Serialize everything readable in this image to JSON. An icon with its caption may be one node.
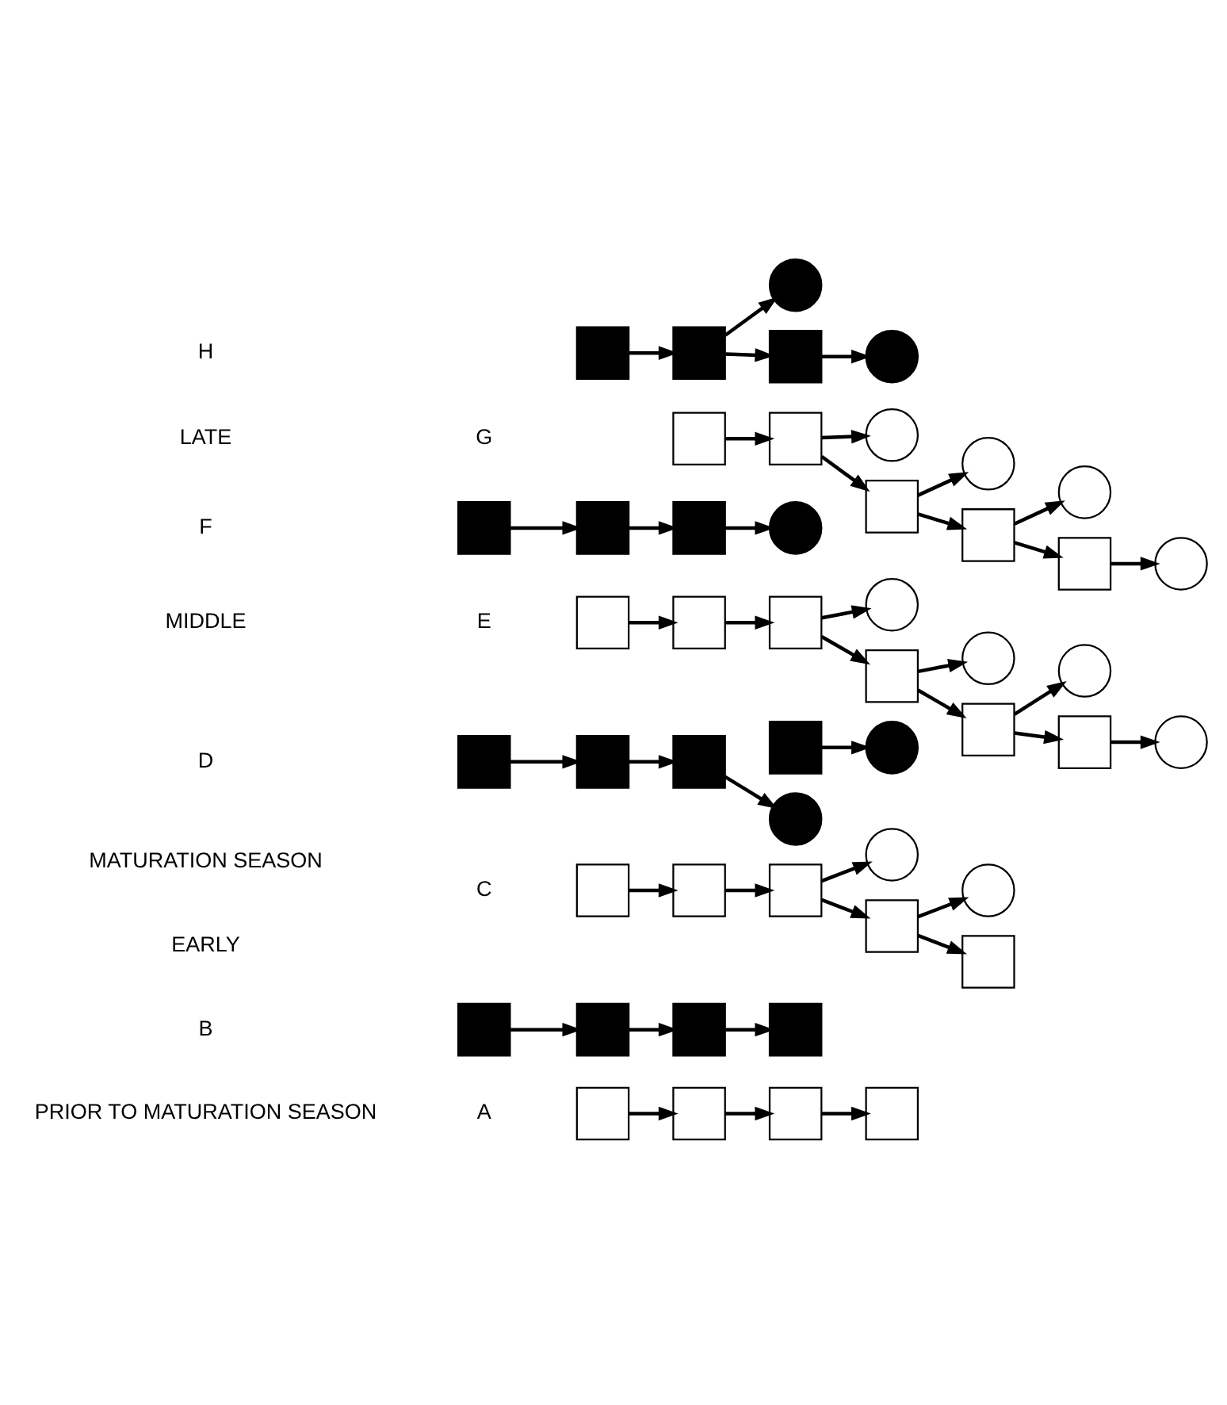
{
  "diagram": {
    "nodes": [
      {
        "text": [],
        "shape": "box"
      },
      {
        "text": [],
        "shape": "box"
      },
      {
        "text": [],
        "shape": "box"
      },
      {
        "text": [],
        "shape": "box"
      },
      {
        "text": [],
        "shape": "box"
      },
      {
        "text": [],
        "shape": "box"
      },
      {
        "text": [],
        "shape": "box"
      },
      {
        "text": [],
        "shape": "box"
      },
      {
        "text": [],
        "shape": "circle"
      },
      {
        "text": [],
        "shape": "circle"
      },
      {
        "text": [],
        "shape": "box"
      },
      {
        "text": [],
        "shape": "box"
      },
      {
        "text": [],
        "shape": "box"
      },
      {
        "text": [],
        "shape": "box"
      },
      {
        "text": [],
        "shape": "box"
      },
      {
        "text": [],
        "shape": "circle"
      },
      {
        "text": [],
        "shape": "circle"
      },
      {
        "text": [],
        "shape": "box"
      },
      {
        "text": [],
        "shape": "box"
      },
      {
        "text": [],
        "shape": "box"
      },
      {
        "text": [],
        "shape": "box"
      },
      {
        "text": [],
        "shape": "circle"
      },
      {
        "text": [],
        "shape": "circle"
      },
      {
        "text": [],
        "shape": "circle"
      },
      {
        "text": [],
        "shape": "circle"
      },
      {
        "text": [],
        "shape": "box"
      },
      {
        "text": [],
        "shape": "box"
      },
      {
        "text": [],
        "shape": "box"
      },
      {
        "text": [],
        "shape": "box"
      },
      {
        "text": [],
        "shape": "box"
      },
      {
        "text": [],
        "shape": "box"
      },
      {
        "text": [],
        "shape": "circle"
      },
      {
        "text": [],
        "shape": "box"
      },
      {
        "text": [],
        "shape": "box"
      },
      {
        "text": [],
        "shape": "box"
      },
      {
        "text": [],
        "shape": "circle"
      },
      {
        "text": [],
        "shape": "circle"
      },
      {
        "text": [],
        "shape": "circle"
      },
      {
        "text": [],
        "shape": "circle"
      },
      {
        "text": [],
        "shape": "box"
      },
      {
        "text": [],
        "shape": "box"
      },
      {
        "text": [],
        "shape": "box"
      },
      {
        "text": [],
        "shape": "box"
      },
      {
        "text": [],
        "shape": "box"
      },
      {
        "text": [],
        "shape": "circle"
      },
      {
        "text": [],
        "shape": "circle"
      },
      {
        "text": [],
        "shape": "box"
      },
      {
        "text": [],
        "shape": "box"
      },
      {
        "text": [],
        "shape": "box"
      }
    ],
    "edges": [
      {
        "from": 0,
        "to": 1,
        "arrow": "to"
      },
      {
        "from": 1,
        "to": 2,
        "arrow": "to"
      },
      {
        "from": 2,
        "to": 3,
        "arrow": "to"
      },
      {
        "from": 4,
        "to": 5,
        "arrow": "to"
      },
      {
        "from": 5,
        "to": 6,
        "arrow": "to"
      },
      {
        "from": 6,
        "to": 7,
        "arrow": "to"
      },
      {
        "from": 10,
        "to": 11,
        "arrow": "to"
      },
      {
        "from": 11,
        "to": 12,
        "arrow": "to"
      },
      {
        "from": 12,
        "to": 8,
        "arrow": "to"
      },
      {
        "from": 12,
        "to": 13,
        "arrow": "to"
      },
      {
        "from": 13,
        "to": 9,
        "arrow": "to"
      },
      {
        "from": 13,
        "to": 14,
        "arrow": "to"
      },
      {
        "from": 17,
        "to": 18,
        "arrow": "to"
      },
      {
        "from": 18,
        "to": 19,
        "arrow": "to"
      },
      {
        "from": 19,
        "to": 15,
        "arrow": "to"
      },
      {
        "from": 20,
        "to": 16,
        "arrow": "to"
      },
      {
        "from": 25,
        "to": 26,
        "arrow": "to"
      },
      {
        "from": 26,
        "to": 27,
        "arrow": "to"
      },
      {
        "from": 27,
        "to": 21,
        "arrow": "to"
      },
      {
        "from": 27,
        "to": 28,
        "arrow": "to"
      },
      {
        "from": 28,
        "to": 22,
        "arrow": "to"
      },
      {
        "from": 28,
        "to": 29,
        "arrow": "to"
      },
      {
        "from": 29,
        "to": 23,
        "arrow": "to"
      },
      {
        "from": 29,
        "to": 30,
        "arrow": "to"
      },
      {
        "from": 30,
        "to": 24,
        "arrow": "to"
      },
      {
        "from": 32,
        "to": 33,
        "arrow": "to"
      },
      {
        "from": 33,
        "to": 34,
        "arrow": "to"
      },
      {
        "from": 34,
        "to": 31,
        "arrow": "to"
      },
      {
        "from": 39,
        "to": 40,
        "arrow": "to"
      },
      {
        "from": 40,
        "to": 35,
        "arrow": "to"
      },
      {
        "from": 40,
        "to": 41,
        "arrow": "to"
      },
      {
        "from": 41,
        "to": 36,
        "arrow": "to"
      },
      {
        "from": 41,
        "to": 42,
        "arrow": "to"
      },
      {
        "from": 42,
        "to": 37,
        "arrow": "to"
      },
      {
        "from": 42,
        "to": 43,
        "arrow": "to"
      },
      {
        "from": 43,
        "to": 38,
        "arrow": "to"
      },
      {
        "from": 46,
        "to": 47,
        "arrow": "to"
      },
      {
        "from": 47,
        "to": 44,
        "arrow": "to"
      },
      {
        "from": 47,
        "to": 48,
        "arrow": "to"
      },
      {
        "from": 48,
        "to": 45,
        "arrow": "to"
      }
    ],
    "labels": [
      "PRIOR TO MATURATION SEASON",
      "A",
      "B",
      "MATURATION SEASON",
      "C",
      "EARLY",
      "D",
      "E",
      "MIDDLE",
      "F",
      "G",
      "LATE",
      "H"
    ]
  }
}
